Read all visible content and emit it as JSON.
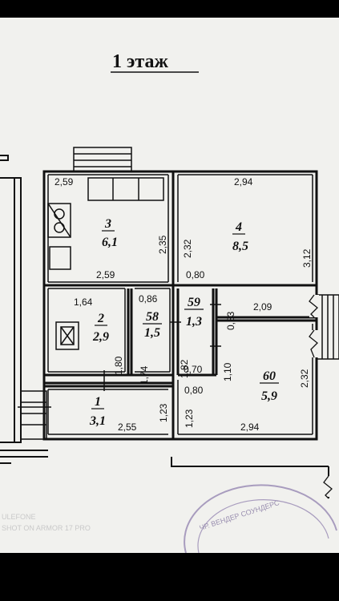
{
  "plan": {
    "title": "1 этаж",
    "rooms": [
      {
        "id": "3",
        "area": "6,1"
      },
      {
        "id": "4",
        "area": "8,5"
      },
      {
        "id": "2",
        "area": "2,9"
      },
      {
        "id": "58",
        "area": "1,5"
      },
      {
        "id": "59",
        "area": "1,3"
      },
      {
        "id": "60",
        "area": "5,9"
      },
      {
        "id": "1",
        "area": "3,1"
      }
    ],
    "dimensions": {
      "r3_top": "2,59",
      "r3_bottom": "2,59",
      "r3_right": "2,35",
      "r4_top": "2,94",
      "r4_left": "2,32",
      "r4_right": "3,12",
      "r4_bottom": "0,80",
      "r2_top": "1,64",
      "r2_right": "1,80",
      "r58_top": "0,86",
      "r58_right": "1,74",
      "r59_right_top": "0,83",
      "r59_left": "1,82",
      "r59_bottom": "0,70",
      "r59_right": "1,10",
      "r60_top": "2,09",
      "r60_right": "2,32",
      "r60_left_top": "0,80",
      "r60_left": "1,23",
      "r60_bottom": "2,94",
      "r1_right": "1,23",
      "r1_bottom": "2,55"
    }
  },
  "watermark": {
    "line1": "ULEFONE",
    "line2": "SHOT ON ARMOR 17 PRO"
  },
  "stamp": {
    "text": "ЧР. ВЕНДЕР СОУНДЕРС"
  }
}
